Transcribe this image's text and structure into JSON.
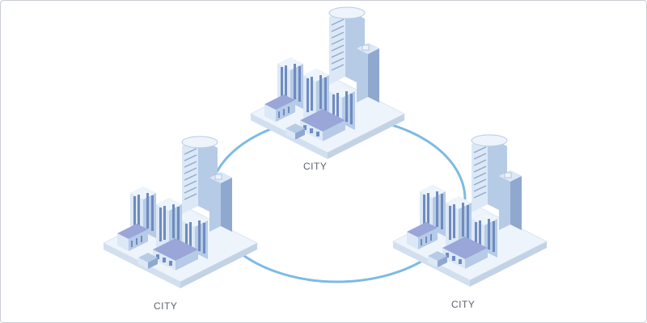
{
  "diagram": {
    "nodes": [
      {
        "id": "top",
        "label": "CITY"
      },
      {
        "id": "left",
        "label": "CITY"
      },
      {
        "id": "right",
        "label": "CITY"
      }
    ],
    "edges": [
      {
        "from": "top",
        "to": "left"
      },
      {
        "from": "top",
        "to": "right"
      },
      {
        "from": "left",
        "to": "right"
      }
    ],
    "colors": {
      "connector": "#7dbbe3",
      "platform_top": "#eef4fb",
      "platform_left": "#d2dfee",
      "platform_right": "#c3d3e6",
      "building_light": "#dce8f6",
      "building_mid": "#b6cbe6",
      "building_dark": "#8fa8d0",
      "window": "#6f8bbf",
      "roof_accent": "#9aa6d8"
    }
  }
}
